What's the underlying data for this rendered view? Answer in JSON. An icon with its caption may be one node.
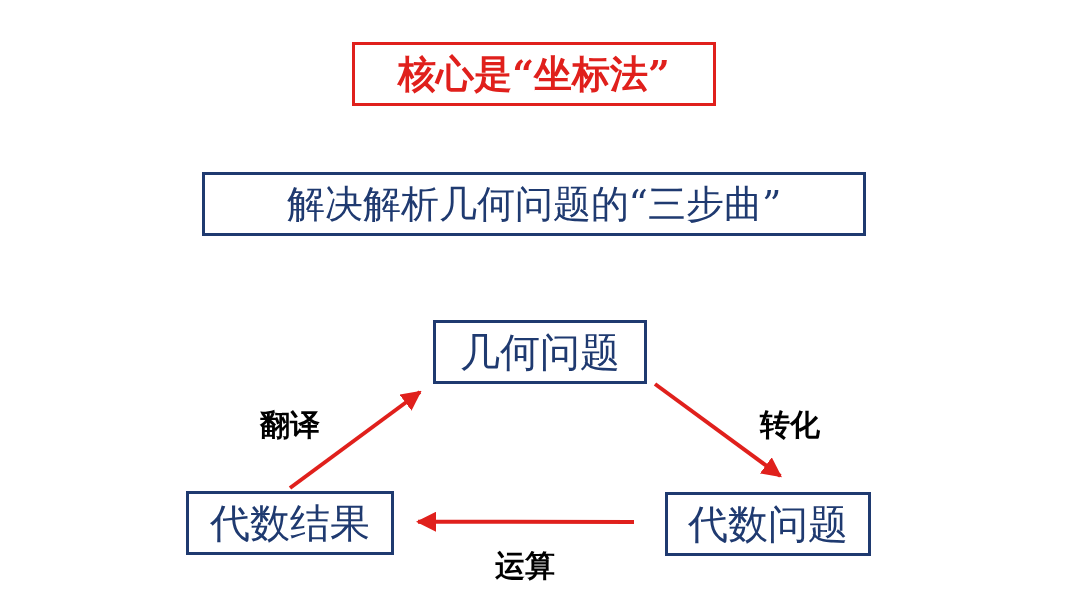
{
  "diagram": {
    "nodes": [
      {
        "text": [
          "核心是“坐标法”"
        ]
      },
      {
        "text": [
          "解决解析几何问题的“三步曲”"
        ]
      },
      {
        "text": [
          "几何问题"
        ]
      },
      {
        "text": [
          "代数问题"
        ]
      },
      {
        "text": [
          "代数结果"
        ]
      }
    ],
    "edges": [
      {
        "from": 4,
        "to": 2,
        "arrow": "to",
        "label": "翻译"
      },
      {
        "from": 2,
        "to": 3,
        "arrow": "to",
        "label": "转化"
      },
      {
        "from": 3,
        "to": 4,
        "arrow": "to",
        "label": "运算"
      }
    ]
  }
}
